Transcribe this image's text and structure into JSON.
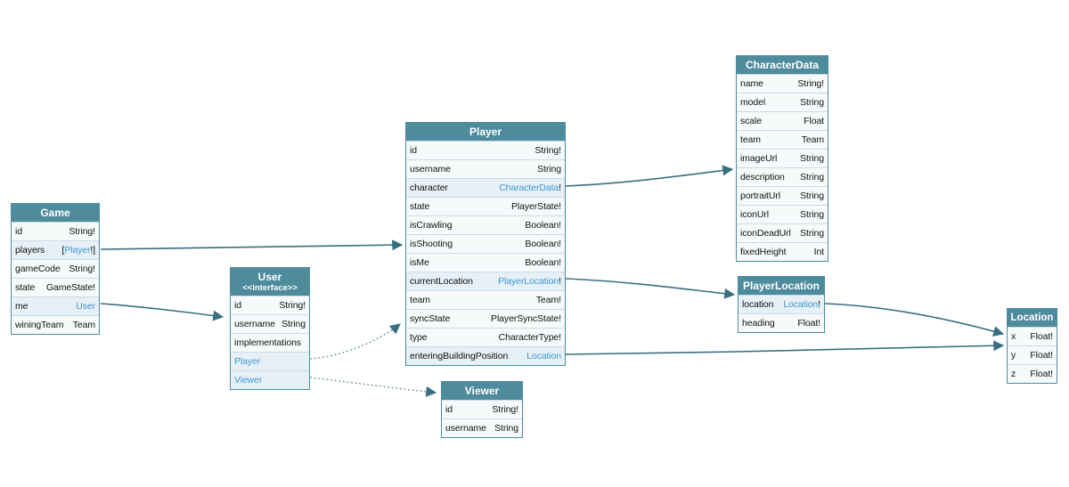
{
  "colors": {
    "header_bg": "#4d8b9d",
    "row_bg": "#f7fafb",
    "row_link_bg": "#e7f0f6",
    "link_text": "#3f97d3",
    "arrow": "#386f80",
    "dotted_arrow": "#7da0ac"
  },
  "tables": [
    {
      "title": "Game",
      "rows": [
        {
          "field": "id",
          "type": "String!"
        },
        {
          "field": "players",
          "type_prefix": "[",
          "type_link": "Player",
          "type_suffix": "!]"
        },
        {
          "field": "gameCode",
          "type": "String!"
        },
        {
          "field": "state",
          "type": "GameState!"
        },
        {
          "field": "me",
          "type_link": "User"
        },
        {
          "field": "winingTeam",
          "type": "Team"
        }
      ]
    },
    {
      "title": "User",
      "stereotype": "<<interface>>",
      "rows": [
        {
          "field": "id",
          "type": "String!"
        },
        {
          "field": "username",
          "type": "String"
        },
        {
          "label": "implementations"
        },
        {
          "impl_link": "Player"
        },
        {
          "impl_link": "Viewer"
        }
      ]
    },
    {
      "title": "Player",
      "rows": [
        {
          "field": "id",
          "type": "String!"
        },
        {
          "field": "username",
          "type": "String"
        },
        {
          "field": "character",
          "type_link": "CharacterData",
          "type_suffix": "!"
        },
        {
          "field": "state",
          "type": "PlayerState!"
        },
        {
          "field": "isCrawling",
          "type": "Boolean!"
        },
        {
          "field": "isShooting",
          "type": "Boolean!"
        },
        {
          "field": "isMe",
          "type": "Boolean!"
        },
        {
          "field": "currentLocation",
          "type_link": "PlayerLocation",
          "type_suffix": "!"
        },
        {
          "field": "team",
          "type": "Team!"
        },
        {
          "field": "syncState",
          "type": "PlayerSyncState!"
        },
        {
          "field": "type",
          "type": "CharacterType!"
        },
        {
          "field": "enteringBuildingPosition",
          "type_link": "Location"
        }
      ]
    },
    {
      "title": "Viewer",
      "rows": [
        {
          "field": "id",
          "type": "String!"
        },
        {
          "field": "username",
          "type": "String"
        }
      ]
    },
    {
      "title": "CharacterData",
      "rows": [
        {
          "field": "name",
          "type": "String!"
        },
        {
          "field": "model",
          "type": "String"
        },
        {
          "field": "scale",
          "type": "Float"
        },
        {
          "field": "team",
          "type": "Team"
        },
        {
          "field": "imageUrl",
          "type": "String"
        },
        {
          "field": "description",
          "type": "String"
        },
        {
          "field": "portraitUrl",
          "type": "String"
        },
        {
          "field": "iconUrl",
          "type": "String"
        },
        {
          "field": "iconDeadUrl",
          "type": "String"
        },
        {
          "field": "fixedHeight",
          "type": "Int"
        }
      ]
    },
    {
      "title": "PlayerLocation",
      "rows": [
        {
          "field": "location",
          "type_link": "Location",
          "type_suffix": "!"
        },
        {
          "field": "heading",
          "type": "Float!"
        }
      ]
    },
    {
      "title": "Location",
      "rows": [
        {
          "field": "x",
          "type": "Float!"
        },
        {
          "field": "y",
          "type": "Float!"
        },
        {
          "field": "z",
          "type": "Float!"
        }
      ]
    }
  ],
  "edges": [
    {
      "from": "Game.players",
      "to": "Player",
      "style": "solid"
    },
    {
      "from": "Game.me",
      "to": "User",
      "style": "solid"
    },
    {
      "from": "Player.character",
      "to": "CharacterData",
      "style": "solid"
    },
    {
      "from": "Player.currentLocation",
      "to": "PlayerLocation",
      "style": "solid"
    },
    {
      "from": "Player.enteringBuildingPosition",
      "to": "Location",
      "style": "solid"
    },
    {
      "from": "PlayerLocation.location",
      "to": "Location",
      "style": "solid"
    },
    {
      "from": "User.Player",
      "to": "Player",
      "style": "dotted"
    },
    {
      "from": "User.Viewer",
      "to": "Viewer",
      "style": "dotted"
    }
  ]
}
